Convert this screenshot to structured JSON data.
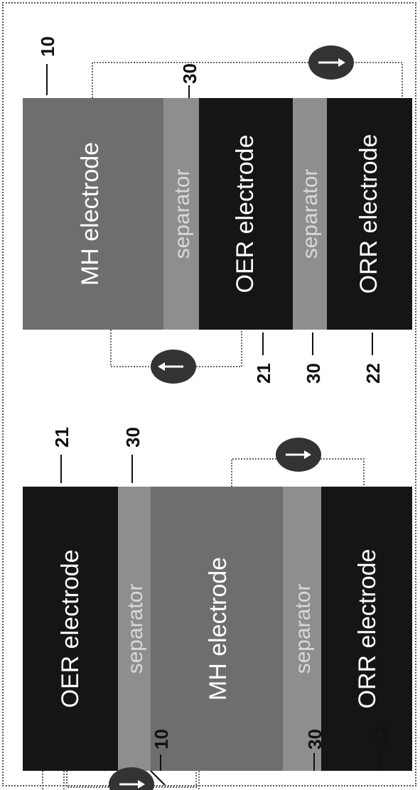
{
  "left_stack": {
    "layers": [
      {
        "label": "OER electrode",
        "kind": "dark",
        "ref": "21"
      },
      {
        "label": "separator",
        "kind": "sep",
        "ref": "30"
      },
      {
        "label": "MH electrode",
        "kind": "mid",
        "ref": "10"
      },
      {
        "label": "separator",
        "kind": "sep",
        "ref": "30"
      },
      {
        "label": "ORR electrode",
        "kind": "dark",
        "ref": "22"
      }
    ]
  },
  "right_stack": {
    "layers": [
      {
        "label": "MH electrode",
        "kind": "mid",
        "ref": "10"
      },
      {
        "label": "separator",
        "kind": "sep",
        "ref": "30"
      },
      {
        "label": "OER electrode",
        "kind": "dark",
        "ref": "21"
      },
      {
        "label": "separator",
        "kind": "sep",
        "ref": "30"
      },
      {
        "label": "ORR electrode",
        "kind": "dark",
        "ref": "22"
      }
    ]
  },
  "colors": {
    "dark": "#151515",
    "sep": "#8e8e8e",
    "mid": "#6e6e6e",
    "node": "#333333"
  }
}
